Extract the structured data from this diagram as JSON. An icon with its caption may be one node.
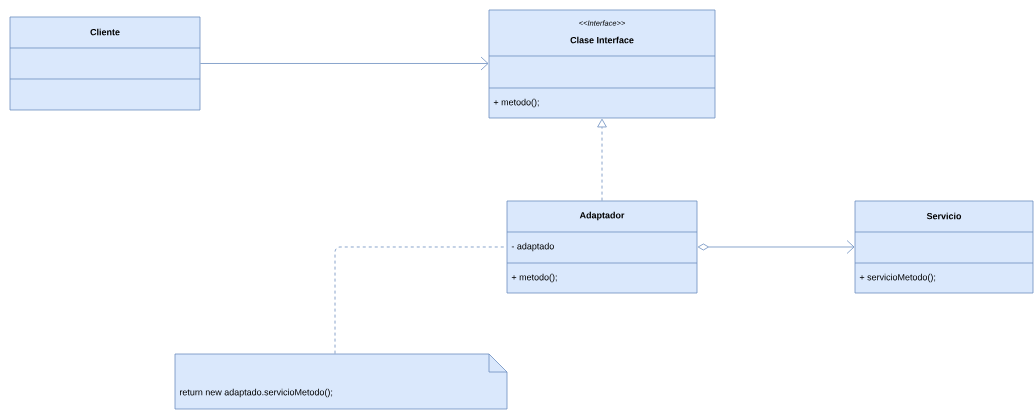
{
  "diagram": {
    "nodes": [
      {
        "text": [
          "Cliente"
        ]
      },
      {
        "text": [
          "<<Interface>>",
          "Clase Interface",
          "+ metodo();"
        ]
      },
      {
        "text": [
          "Adaptador",
          "- adaptado",
          "+ metodo();"
        ]
      },
      {
        "text": [
          "Servicio",
          "+ servicioMetodo();"
        ]
      },
      {
        "text": [
          "return new adaptado.servicioMetodo();"
        ]
      }
    ],
    "edges": [
      {
        "from": 0,
        "to": 1,
        "arrow": "to"
      },
      {
        "from": 2,
        "to": 1,
        "arrow": "to",
        "style": "dashed"
      },
      {
        "from": 2,
        "to": 3,
        "arrow": "to"
      },
      {
        "from": 4,
        "to": 2,
        "arrow": "none",
        "style": "dashed"
      }
    ]
  }
}
